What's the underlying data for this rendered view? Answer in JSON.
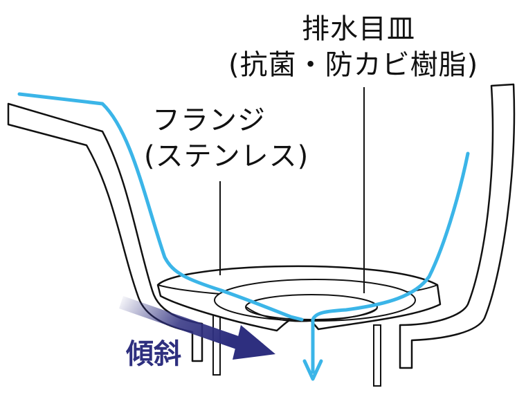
{
  "labels": {
    "drain_plate": "排水目皿",
    "drain_plate_material": "(抗菌・防カビ樹脂)",
    "flange": "フランジ",
    "flange_material": "(ステンレス)",
    "tilt": "傾斜"
  },
  "colors": {
    "water_flow": "#3bb5e8",
    "tilt_arrow": "#2e2f7f",
    "outline": "#111111",
    "background": "#ffffff"
  }
}
